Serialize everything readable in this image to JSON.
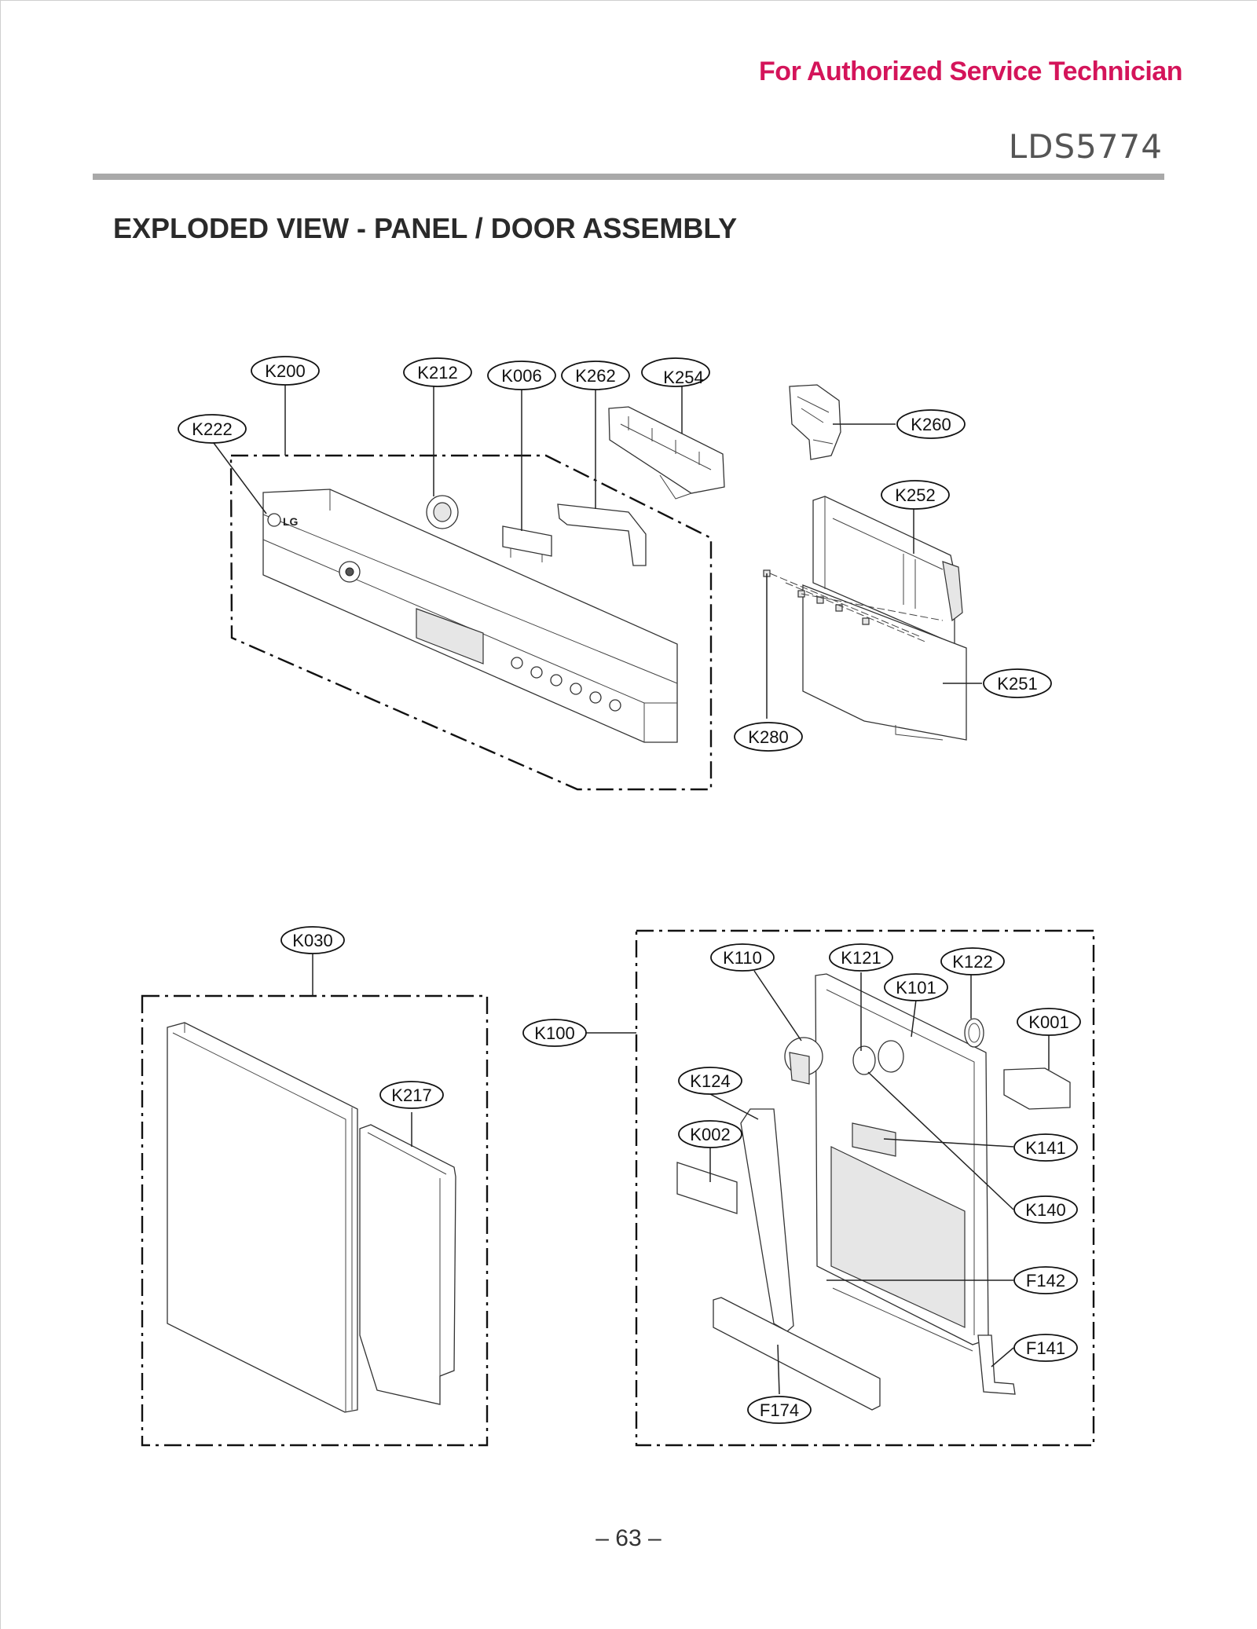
{
  "header": {
    "note": "For Authorized Service Technician",
    "model": "LDS5774"
  },
  "title": "EXPLODED VIEW - PANEL / DOOR ASSEMBLY",
  "page_number": "– 63 –",
  "logo_text": "LG",
  "colors": {
    "accent": "#d4145a",
    "rule": "#a9a9a9",
    "line": "#222222"
  },
  "parts": {
    "k200": "K200",
    "k212": "K212",
    "k006": "K006",
    "k262": "K262",
    "k254": "K254",
    "k222": "K222",
    "k260": "K260",
    "k252": "K252",
    "k251": "K251",
    "k280": "K280",
    "k030": "K030",
    "k217": "K217",
    "k100": "K100",
    "k110": "K110",
    "k121": "K121",
    "k122": "K122",
    "k101": "K101",
    "k001": "K001",
    "k124": "K124",
    "k002": "K002",
    "k141": "K141",
    "k140": "K140",
    "f142": "F142",
    "f141": "F141",
    "f174": "F174"
  }
}
